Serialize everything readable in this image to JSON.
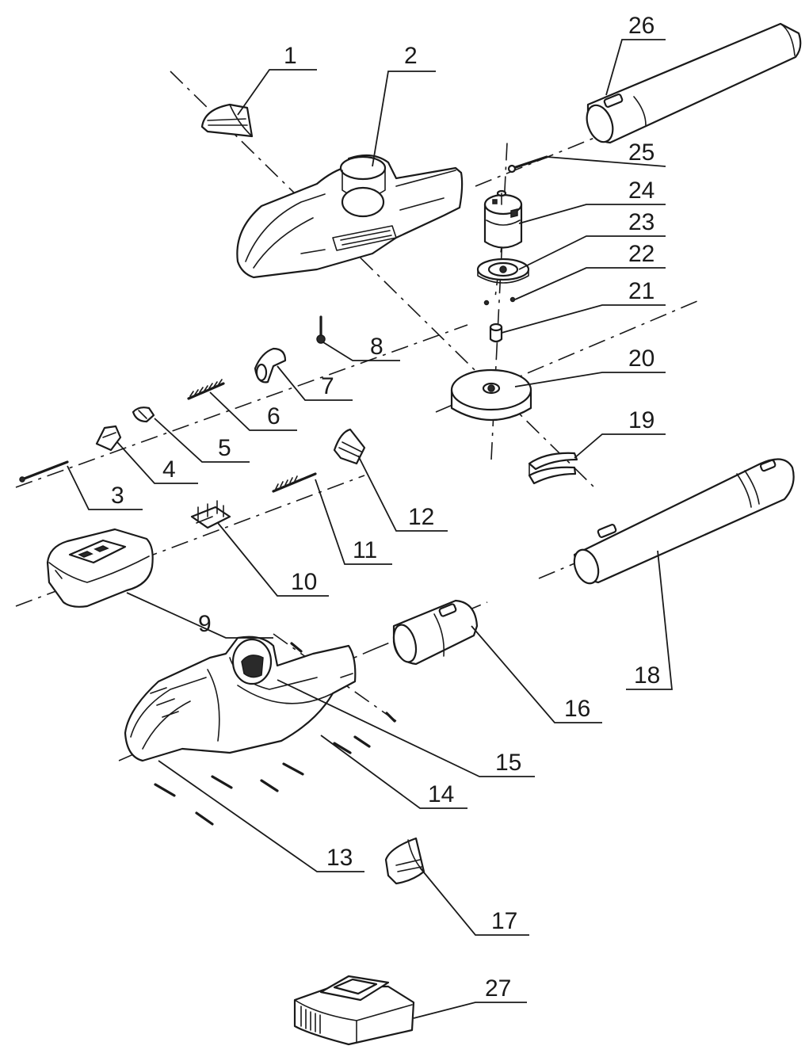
{
  "diagram": {
    "callouts": {
      "p1": "1",
      "p2": "2",
      "p3": "3",
      "p4": "4",
      "p5": "5",
      "p6": "6",
      "p7": "7",
      "p8": "8",
      "p9": "9",
      "p10": "10",
      "p11": "11",
      "p12": "12",
      "p13": "13",
      "p14": "14",
      "p15": "15",
      "p16": "16",
      "p17": "17",
      "p18": "18",
      "p19": "19",
      "p20": "20",
      "p21": "21",
      "p22": "22",
      "p23": "23",
      "p24": "24",
      "p25": "25",
      "p26": "26",
      "p27": "27"
    }
  }
}
